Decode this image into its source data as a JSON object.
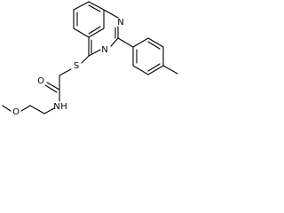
{
  "diagram": {
    "type": "chemical-structure",
    "atom_labels": {
      "sulfur": "S",
      "nitrogen_quinazoline_top": "N",
      "nitrogen_quinazoline_bottom": "N",
      "carbonyl_oxygen": "O",
      "amide_nitrogen": "N",
      "amide_hydrogen": "H",
      "ether_oxygen": "O"
    }
  }
}
